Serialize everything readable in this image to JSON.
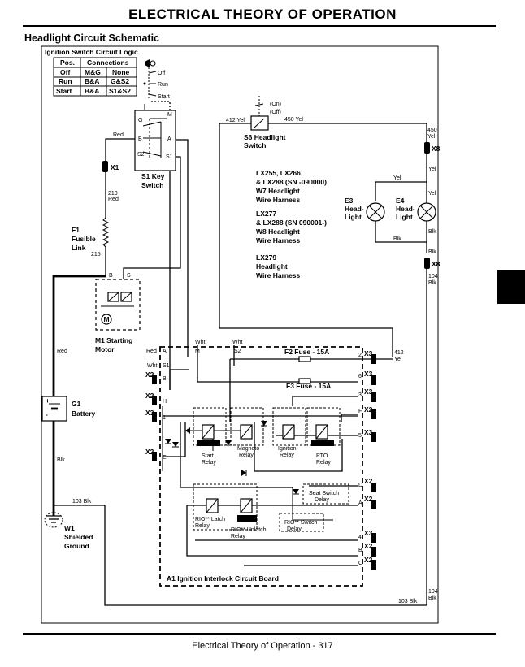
{
  "header": {
    "title": "ELECTRICAL   THEORY OF OPERATION",
    "section": "Headlight Circuit Schematic"
  },
  "footer": "Electrical   Theory of Operation  - 317",
  "logic_table": {
    "title": "Ignition Switch Circuit Logic",
    "headers": [
      "Pos.",
      "Connections"
    ],
    "rows": [
      [
        "Off",
        "M&G",
        "None"
      ],
      [
        "Run",
        "B&A",
        "G&S2"
      ],
      [
        "Start",
        "B&A",
        "S1&S2"
      ]
    ],
    "positions": [
      "Off",
      "Run",
      "Start"
    ]
  },
  "components": {
    "s1": {
      "name": "S1 Key",
      "name2": "Switch",
      "terminals": [
        "G",
        "M",
        "B",
        "A",
        "S2",
        "S1"
      ]
    },
    "x1": "X1",
    "f1": {
      "line1": "F1",
      "line2": "Fusible",
      "line3": "Link"
    },
    "m1": {
      "line1": "M1 Starting",
      "line2": "Motor",
      "terminals": [
        "B",
        "S"
      ]
    },
    "g1": {
      "line1": "G1",
      "line2": "Battery"
    },
    "w1": {
      "line1": "W1",
      "line2": "Shielded",
      "line3": "Ground"
    },
    "s6": {
      "line1": "S6 Headlight",
      "line2": "Switch",
      "on": "(On)",
      "off": "(Off)"
    },
    "e3": {
      "line1": "E3",
      "line2": "Head-",
      "line3": "Light"
    },
    "e4": {
      "line1": "E4",
      "line2": "Head-",
      "line3": "Light"
    },
    "x8_top": "X8",
    "x8_bot": "X8",
    "a1": "A1 Ignition Interlock Circuit Board",
    "f2": "F2 Fuse - 15A",
    "f3": "F3 Fuse - 15A"
  },
  "harness_notes": [
    "LX255, LX266",
    "& LX288 (SN -090000)",
    "W7 Headlight",
    "Wire Harness",
    "LX277",
    "& LX288 (SN 090001-)",
    "W8 Headlight",
    "Wire Harness",
    "LX279",
    "Headlight",
    "Wire Harness"
  ],
  "wire_labels": {
    "w412_yel_s6": "412 Yel",
    "w450_yel_s6": "450 Yel",
    "w450_yel_right1": "450",
    "w450_yel_right2": "Yel",
    "yel_a": "Yel",
    "yel_b": "Yel",
    "yel_c": "Yel",
    "blk_a": "Blk",
    "blk_b": "Blk",
    "blk_c": "Blk",
    "w104_a1": "104",
    "w104_a2": "Blk",
    "w104_b1": "104",
    "w104_b2": "Blk",
    "red_key": "Red",
    "w210_1": "210",
    "w210_2": "Red",
    "w215": "215",
    "red_batt": "Red",
    "blk_batt": "Blk",
    "w103_left": "103 Blk",
    "w103_bottom": "103 Blk",
    "w412_right1": "412",
    "w412_right2": "Yel",
    "wht_m": "Wht",
    "wht_s2": "Wht",
    "wht_s1": "Wht",
    "red_a": "Red"
  },
  "board": {
    "pin_labels": [
      "A",
      "M",
      "S2",
      "S1",
      "B",
      "H",
      "1",
      "E",
      "2",
      "6",
      "3",
      "F",
      "5",
      "D",
      "A",
      "4",
      "B",
      "C"
    ],
    "connectors_left": [
      "X2",
      "X2",
      "X3",
      "X2"
    ],
    "connectors_right": [
      "X3",
      "X3",
      "X3",
      "X2",
      "X3",
      "X2",
      "X2",
      "X3",
      "X2",
      "X2"
    ],
    "relays": [
      {
        "line1": "Start",
        "line2": "Relay"
      },
      {
        "line1": "Magneto",
        "line2": "Relay"
      },
      {
        "line1": "Ignition",
        "line2": "Relay"
      },
      {
        "line1": "PTO",
        "line2": "Relay"
      },
      {
        "line1": "RIO** Latch",
        "line2": "Relay"
      },
      {
        "line1": "RIO** Unlatch",
        "line2": "Relay"
      }
    ],
    "delays": [
      {
        "line1": "Seat Switch",
        "line2": "Delay"
      },
      {
        "line1": "RIO** Switch",
        "line2": "Delay"
      }
    ]
  }
}
